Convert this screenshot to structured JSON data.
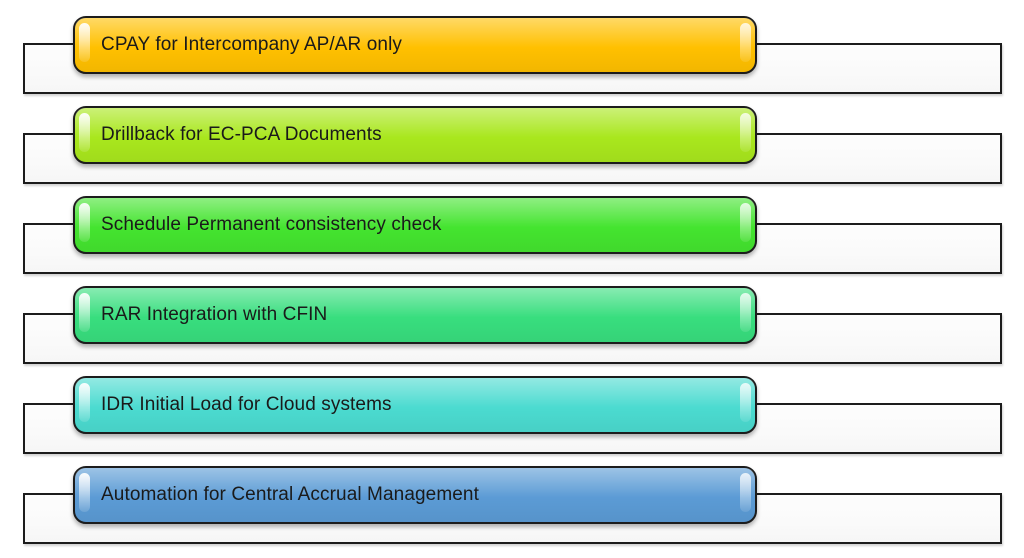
{
  "diagram": {
    "type": "horizontal-box-list",
    "background": "#FFFFFF",
    "outline_color": "#1C1C1C",
    "tray_fill": "#FCFCFC",
    "text_color": "#1A1A1A",
    "items": [
      {
        "label": "CPAY for Intercompany AP/AR only",
        "color": "#FFC000"
      },
      {
        "label": "Drillback for EC-PCA Documents",
        "color": "#A9E71D"
      },
      {
        "label": "Schedule Permanent consistency check",
        "color": "#44E42F"
      },
      {
        "label": "RAR Integration with CFIN",
        "color": "#38DE7E"
      },
      {
        "label": "IDR Initial Load for Cloud systems",
        "color": "#4BDBD0"
      },
      {
        "label": "Automation for Central Accrual Management",
        "color": "#5B9BD5"
      }
    ]
  }
}
